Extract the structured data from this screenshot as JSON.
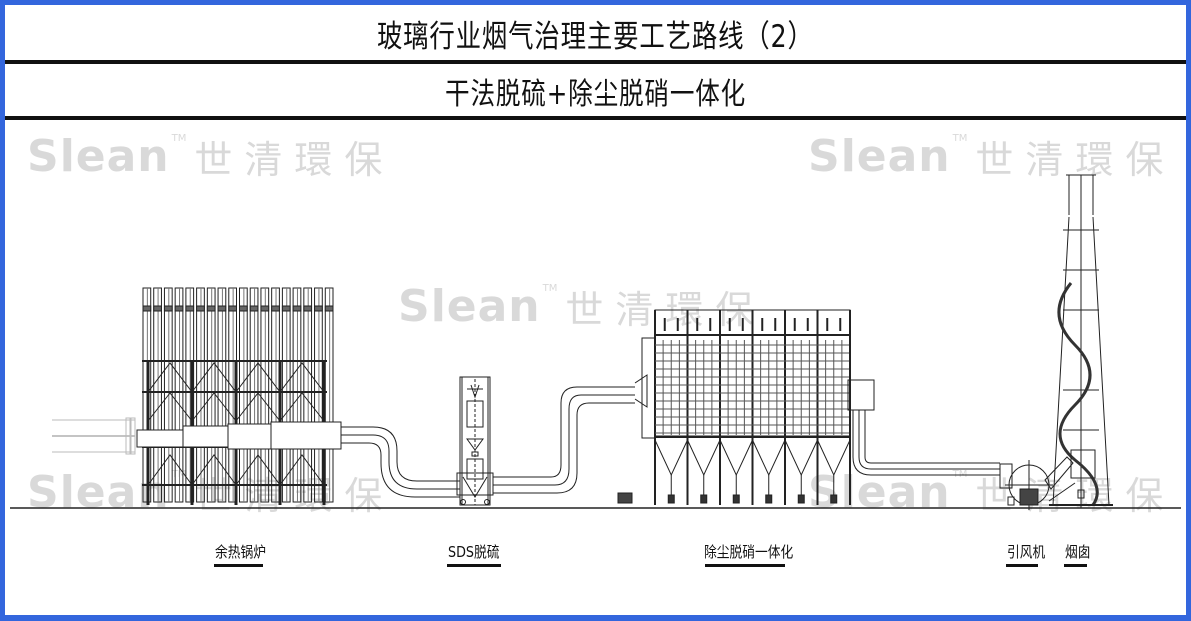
{
  "header": {
    "title": "玻璃行业烟气治理主要工艺路线（2）",
    "subtitle": "干法脱硫+除尘脱硝一体化"
  },
  "watermark": {
    "latin": "Slean",
    "trademark": "TM",
    "chinese": "世清環保"
  },
  "equipment": [
    {
      "id": "waste-heat-boiler",
      "label": "余热锅炉"
    },
    {
      "id": "sds-desulfurization",
      "label": "SDS脱硫"
    },
    {
      "id": "dust-denitration",
      "label": "除尘脱硝一体化"
    },
    {
      "id": "induced-draft-fan",
      "label": "引风机"
    },
    {
      "id": "chimney",
      "label": "烟囱"
    }
  ],
  "colors": {
    "border": "#3366dd",
    "line": "#111111",
    "watermark": "#d9d9d9"
  }
}
